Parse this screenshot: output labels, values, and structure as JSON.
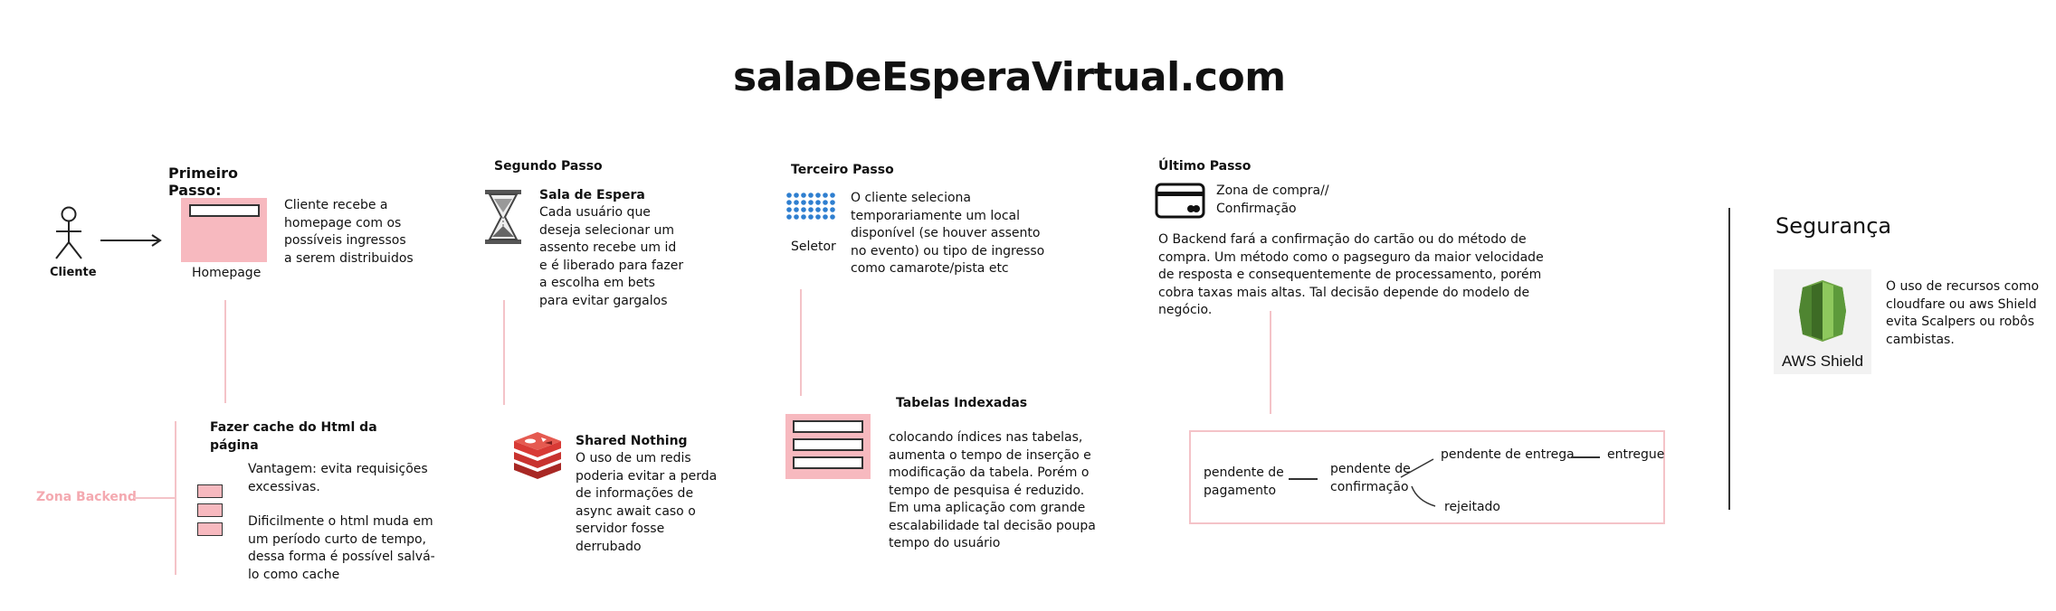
{
  "title": "salaDeEsperaVirtual.com",
  "steps": {
    "first": {
      "heading": "Primeiro Passo:",
      "actor_label": "Cliente",
      "homepage_label": "Homepage",
      "description": "Cliente recebe a homepage com os possíveis ingressos a serem distribuidos"
    },
    "second": {
      "heading": "Segundo Passo",
      "item_title": "Sala de Espera",
      "description": "Cada usuário que deseja selecionar um assento recebe um id e é liberado para fazer a escolha em bets para evitar gargalos"
    },
    "third": {
      "heading": "Terceiro Passo",
      "selector_label": "Seletor",
      "description": "O cliente seleciona temporariamente um local disponível (se houver assento no evento) ou tipo de ingresso como camarote/pista etc"
    },
    "last": {
      "heading": "Último Passo",
      "card_label": "Zona de compra// Confirmação",
      "description": "O Backend fará a confirmação do cartão ou do método de compra. Um método como o pagseguro da maior velocidade de resposta e consequentemente de processamento, porém cobra taxas mais altas. Tal decisão depende do modelo de negócio."
    }
  },
  "backend": {
    "zone_label": "Zona Backend",
    "cache": {
      "title": "Fazer cache do Html da página",
      "advantage": "Vantagem: evita requisições excessivas.",
      "note": "Dificilmente o html muda em um período curto de tempo, dessa forma é possível salvá-lo como cache"
    },
    "shared_nothing": {
      "title": "Shared Nothing",
      "description": "O uso de um redis poderia evitar a perda de informações de async await caso o servidor fosse derrubado"
    },
    "indexed_tables": {
      "title": "Tabelas Indexadas",
      "description": "colocando índices nas tabelas, aumenta o tempo de inserção e modificação da tabela. Porém o tempo de pesquisa é reduzido. Em uma aplicação com grande escalabilidade tal decisão poupa tempo do usuário"
    },
    "states": {
      "pending_payment": "pendente de pagamento",
      "pending_confirmation": "pendente de confirmação",
      "pending_delivery": "pendente de entrega",
      "delivered": "entregue",
      "rejected": "rejeitado"
    }
  },
  "security": {
    "heading": "Segurança",
    "shield_label": "AWS Shield",
    "description": "O uso de recursos como cloudfare ou aws Shield evita Scalpers ou robôs cambistas."
  },
  "colors": {
    "pink_fill": "#f7b9bf",
    "pink_line": "#f4c3c8",
    "zone_text": "#f4a9b0",
    "redis_red": "#c8332f",
    "dot_blue": "#2f7fd0",
    "shield_green": "#6fa545"
  }
}
